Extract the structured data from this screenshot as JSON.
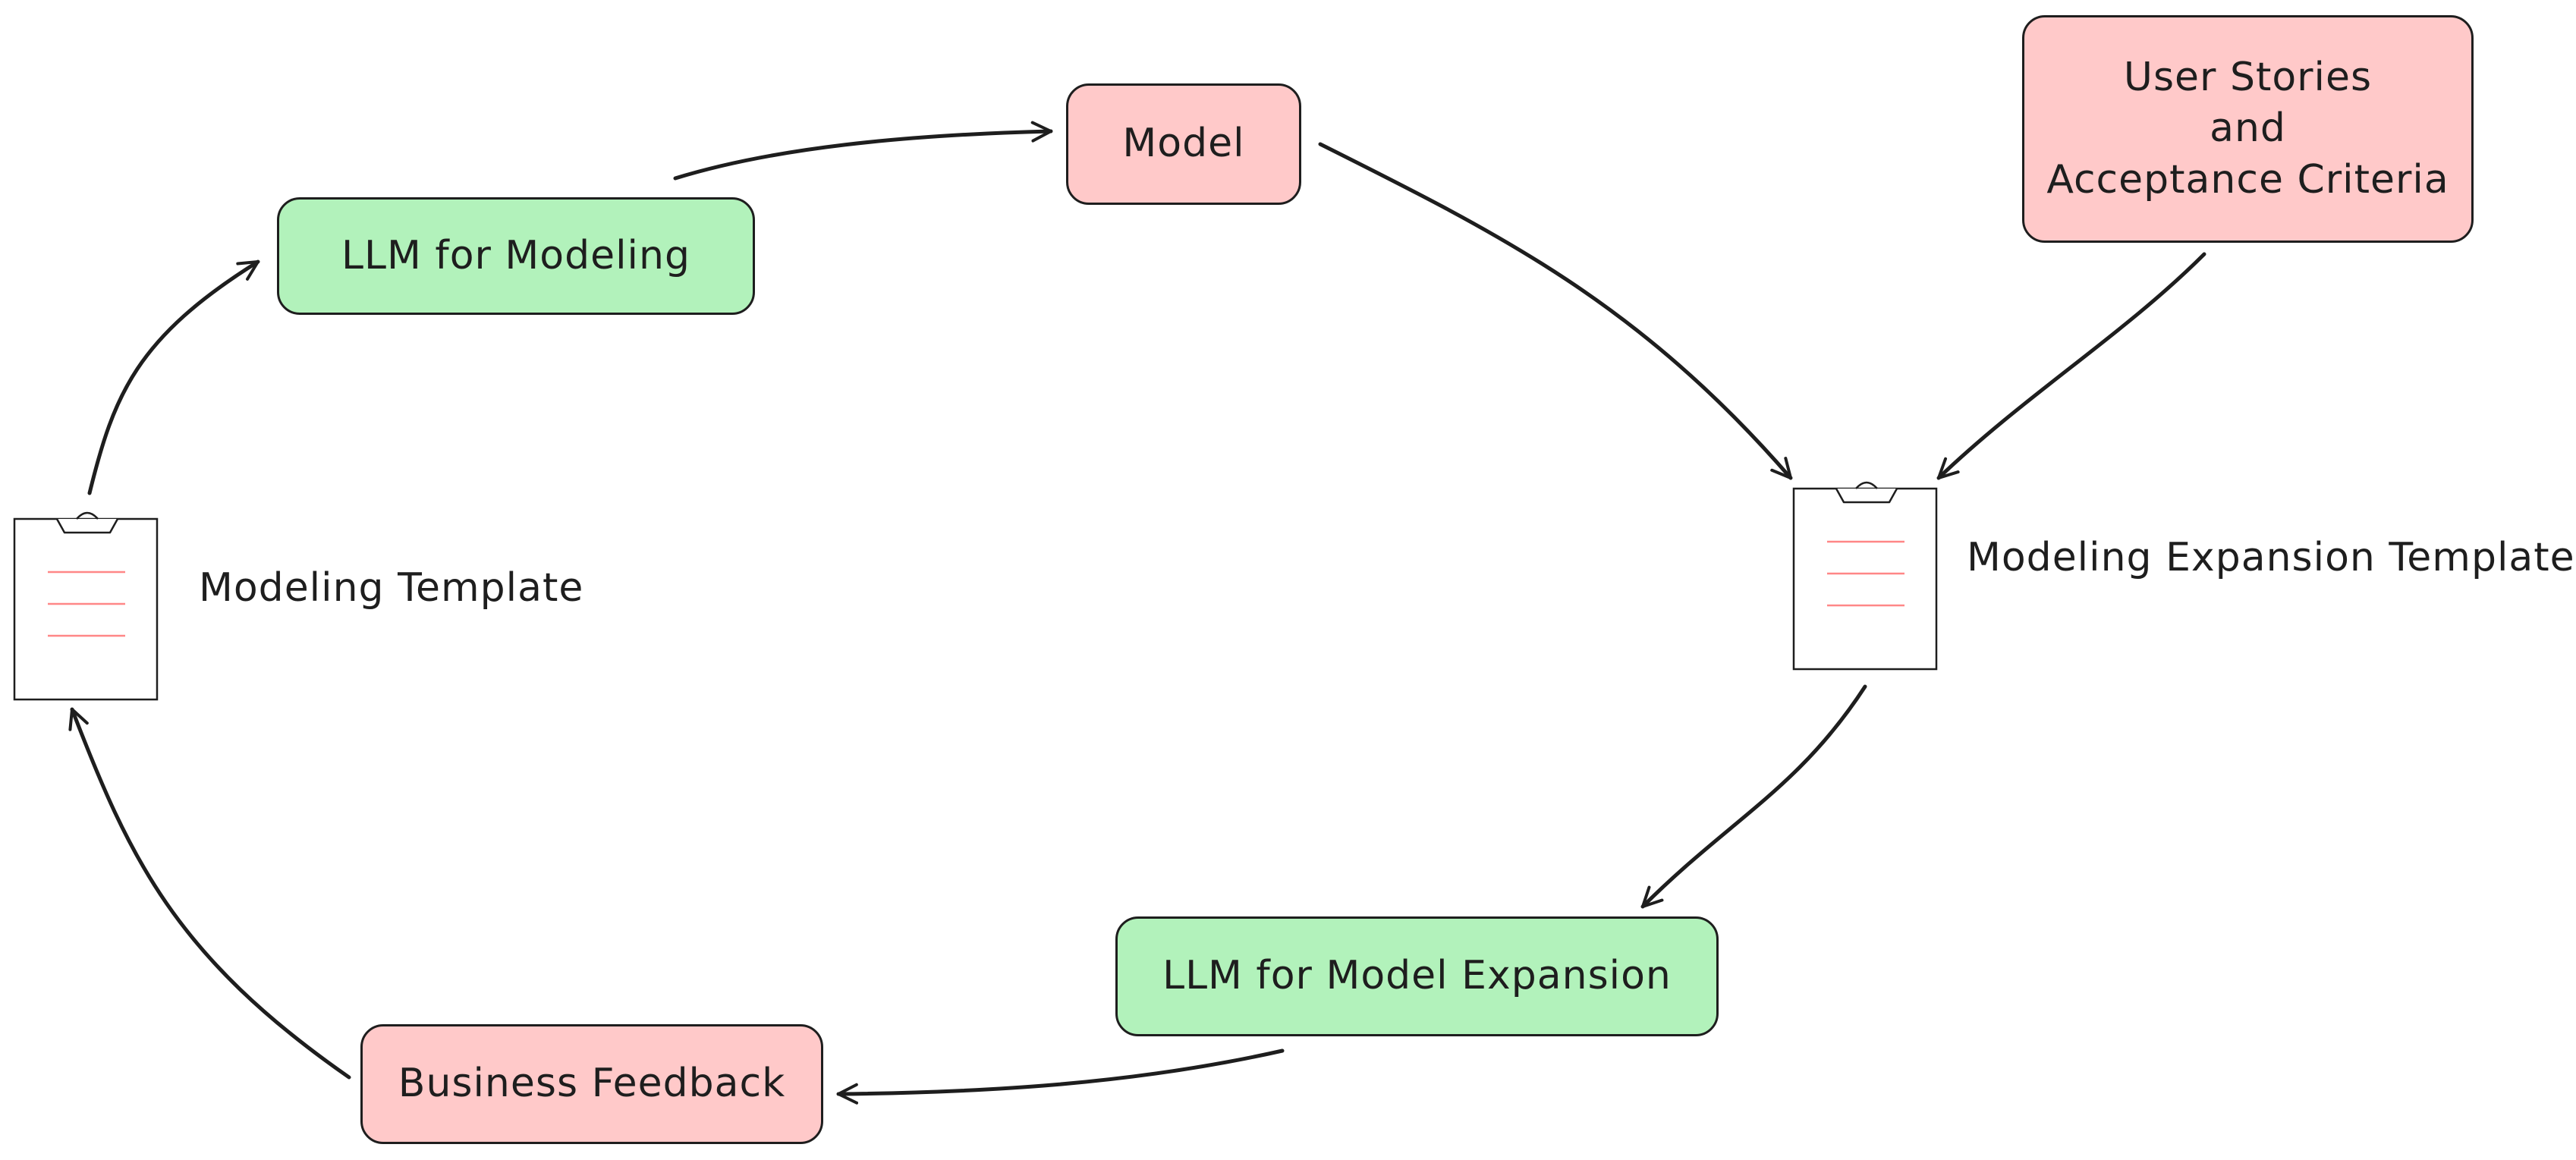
{
  "colors": {
    "red": "#ffc9c9",
    "green": "#b2f2bb",
    "stroke": "#1e1e1e",
    "clipboard_lines": "#ff8787"
  },
  "nodes": {
    "model": "Model",
    "llm_modeling": "LLM for Modeling",
    "user_stories": [
      "User Stories",
      "and",
      "Acceptance Criteria"
    ],
    "llm_expansion": "LLM for Model Expansion",
    "business_feedback": "Business Feedback"
  },
  "templates": {
    "modeling": {
      "label": "Modeling Template",
      "icon": "clipboard-icon"
    },
    "expansion": {
      "label": "Modeling Expansion Template",
      "icon": "clipboard-icon"
    }
  }
}
